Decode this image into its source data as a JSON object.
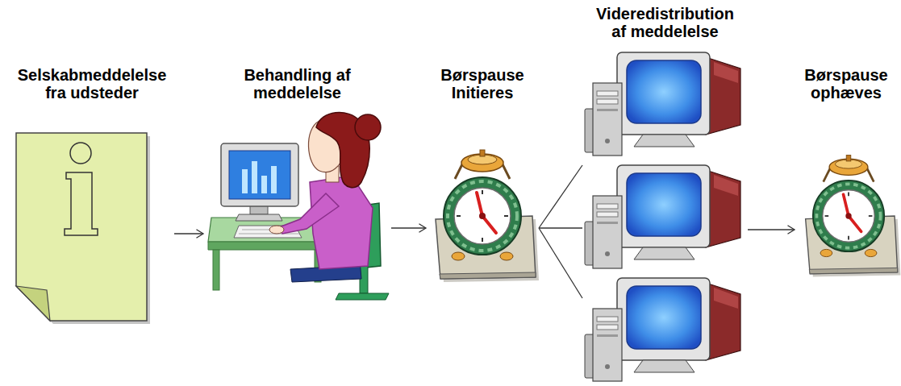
{
  "diagram": {
    "nodes": [
      {
        "text": [
          "Selskabmeddelelse fra udsteder"
        ]
      },
      {
        "text": [
          "Behandling af meddelelse"
        ]
      },
      {
        "text": [
          "Børspause Initieres"
        ]
      },
      {
        "text": [
          "Videredistribution af meddelelse"
        ]
      },
      {
        "text": [
          "Børspause ophæves"
        ]
      }
    ],
    "edges": [
      {
        "from": 0,
        "to": 1,
        "arrow": "to"
      },
      {
        "from": 1,
        "to": 2,
        "arrow": "to"
      },
      {
        "from": 2,
        "to": 3,
        "arrow": "none"
      },
      {
        "from": 3,
        "to": 4,
        "arrow": "to"
      }
    ]
  }
}
